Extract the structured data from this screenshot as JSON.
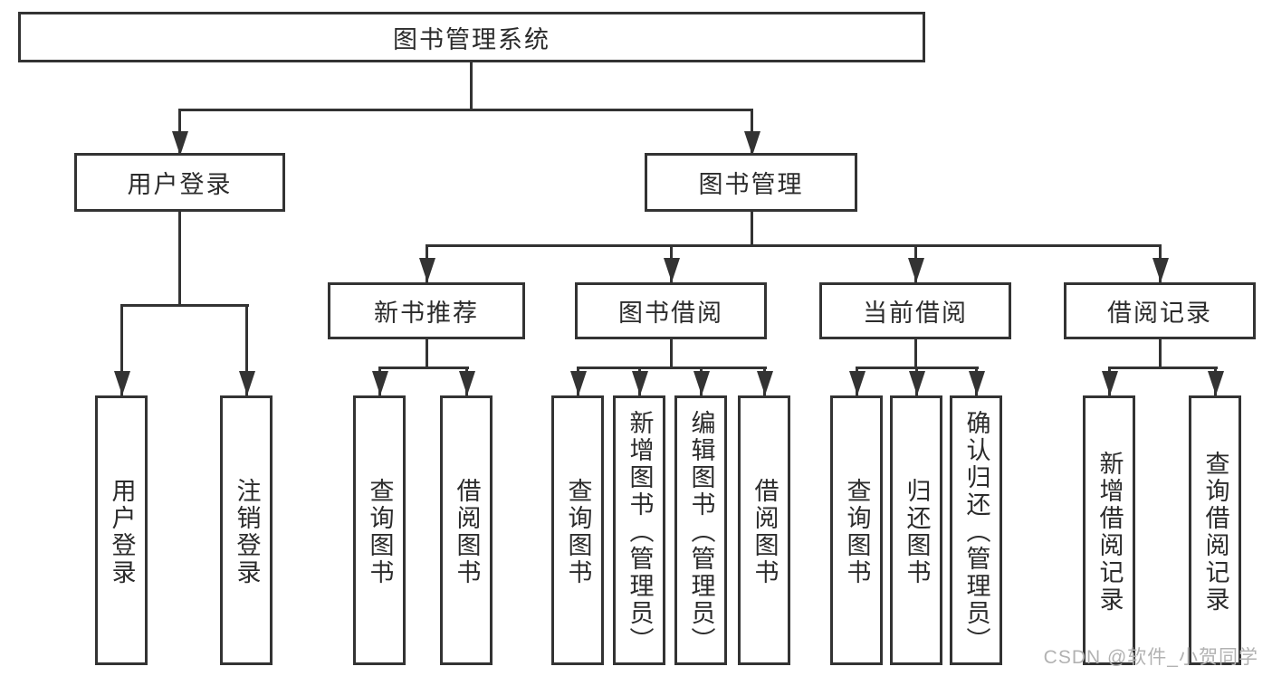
{
  "diagram": {
    "root": {
      "label": "图书管理系统"
    },
    "branches": [
      {
        "label": "用户登录",
        "children": [
          "用户登录",
          "注销登录"
        ]
      },
      {
        "label": "图书管理",
        "sections": [
          {
            "label": "新书推荐",
            "children": [
              "查询图书",
              "借阅图书"
            ]
          },
          {
            "label": "图书借阅",
            "children": [
              "查询图书",
              "新增图书（管理员）",
              "编辑图书（管理员）",
              "借阅图书"
            ]
          },
          {
            "label": "当前借阅",
            "children": [
              "查询图书",
              "归还图书",
              "确认归还（管理员）"
            ]
          },
          {
            "label": "借阅记录",
            "children": [
              "新增借阅记录",
              "查询借阅记录"
            ]
          }
        ]
      }
    ]
  },
  "watermark": {
    "text": "CSDN @软件_小贺同学"
  },
  "colors": {
    "line": "#333333",
    "text": "#2b2b2b",
    "background": "#ffffff",
    "watermark": "#b2b2b2"
  }
}
